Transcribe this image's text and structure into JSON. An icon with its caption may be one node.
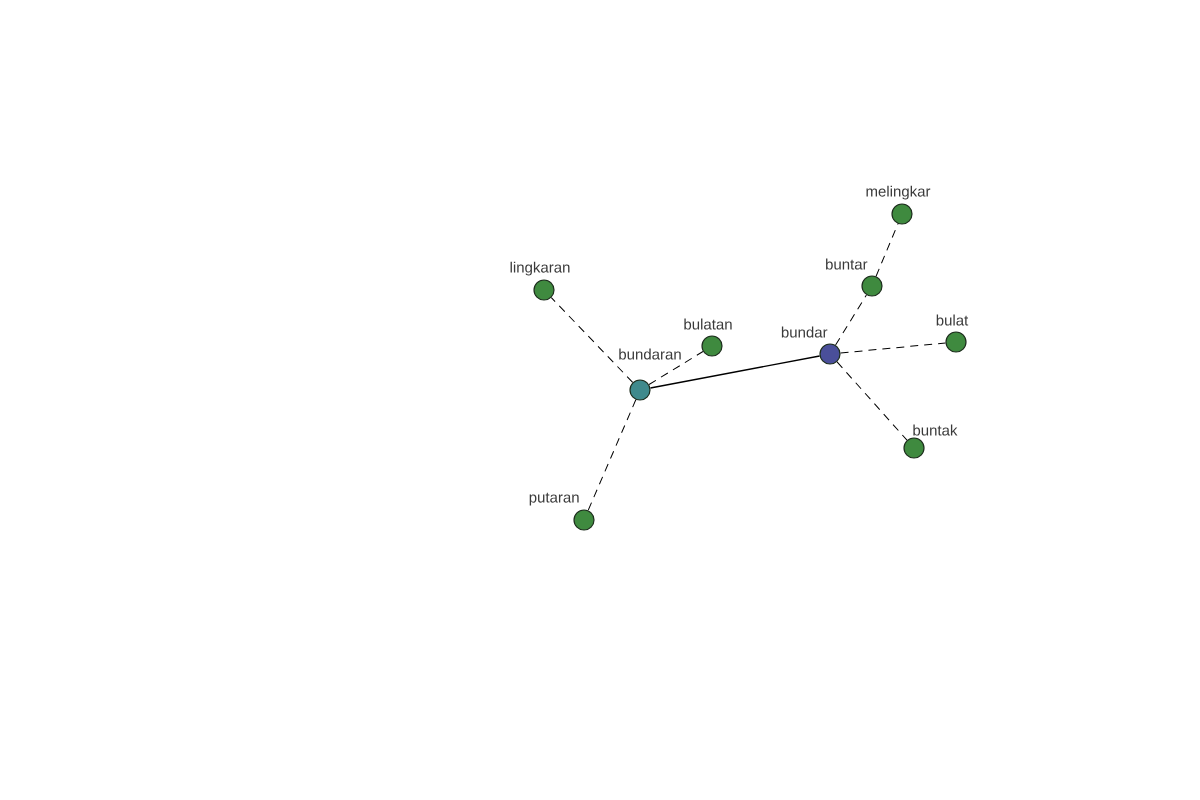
{
  "diagram": {
    "nodes": [
      {
        "text": [
          "melingkar"
        ]
      },
      {
        "text": [
          "buntar"
        ]
      },
      {
        "text": [
          "lingkaran"
        ]
      },
      {
        "text": [
          "bulat"
        ]
      },
      {
        "text": [
          "bulatan"
        ]
      },
      {
        "text": [
          "bundar"
        ]
      },
      {
        "text": [
          "bundaran"
        ]
      },
      {
        "text": [
          "buntak"
        ]
      },
      {
        "text": [
          "putaran"
        ]
      }
    ],
    "edges": [
      {
        "from": 5,
        "to": 6,
        "arrow": "none"
      },
      {
        "from": 6,
        "to": 2,
        "arrow": "none",
        "style": "dashed"
      },
      {
        "from": 6,
        "to": 4,
        "arrow": "none",
        "style": "dashed"
      },
      {
        "from": 6,
        "to": 8,
        "arrow": "none",
        "style": "dashed"
      },
      {
        "from": 5,
        "to": 1,
        "arrow": "none",
        "style": "dashed"
      },
      {
        "from": 1,
        "to": 0,
        "arrow": "none",
        "style": "dashed"
      },
      {
        "from": 5,
        "to": 3,
        "arrow": "none",
        "style": "dashed"
      },
      {
        "from": 5,
        "to": 7,
        "arrow": "none",
        "style": "dashed"
      }
    ]
  }
}
